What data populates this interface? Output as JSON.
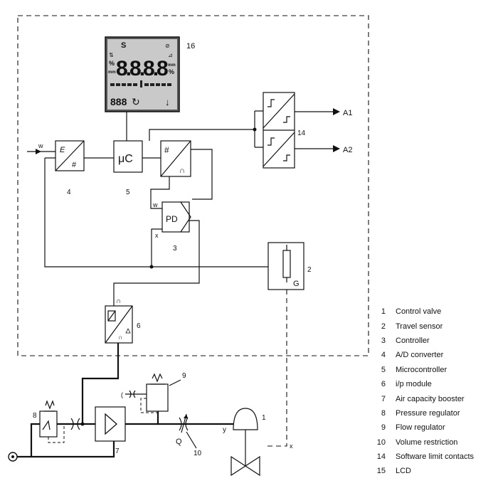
{
  "lcd": {
    "status_letter": "S",
    "left_symbols": [
      "⇅",
      "%",
      "mm"
    ],
    "digits": "8.8.8.8",
    "right_symbols": [
      "⊘",
      "⊿",
      "mm",
      "%"
    ],
    "small_digits": "888",
    "small_symbol": "↻",
    "small_right": "↓"
  },
  "blocks": {
    "converter_4": {
      "top": "E",
      "bottom": "#"
    },
    "microcontroller_5": {
      "label": "μC"
    },
    "ip_module_top": {
      "top": "#",
      "bottom": "∩"
    },
    "controller_3": {
      "label": "PD",
      "w": "w",
      "x": "x"
    },
    "travel_sensor_2": {
      "label": "G"
    },
    "ip_module_6": {
      "top": "∩"
    }
  },
  "signals": {
    "w_input": "w",
    "a1": "A1",
    "a2": "A2",
    "y": "y",
    "x": "x",
    "q": "Q"
  },
  "callouts": {
    "n16": "16",
    "n14": "14",
    "n4": "4",
    "n5": "5",
    "n3": "3",
    "n2": "2",
    "n6": "6",
    "n9": "9",
    "n8": "8",
    "n7": "7",
    "n1": "1",
    "n10": "10"
  },
  "legend": [
    {
      "num": "1",
      "text": "Control valve"
    },
    {
      "num": "2",
      "text": "Travel sensor"
    },
    {
      "num": "3",
      "text": "Controller"
    },
    {
      "num": "4",
      "text": "A/D converter"
    },
    {
      "num": "5",
      "text": "Microcontroller"
    },
    {
      "num": "6",
      "text": "i/p module"
    },
    {
      "num": "7",
      "text": "Air capacity booster"
    },
    {
      "num": "8",
      "text": "Pressure regulator"
    },
    {
      "num": "9",
      "text": "Flow regulator"
    },
    {
      "num": "10",
      "text": "Volume restriction"
    },
    {
      "num": "14",
      "text": "Software limit contacts"
    },
    {
      "num": "15",
      "text": "LCD"
    }
  ]
}
